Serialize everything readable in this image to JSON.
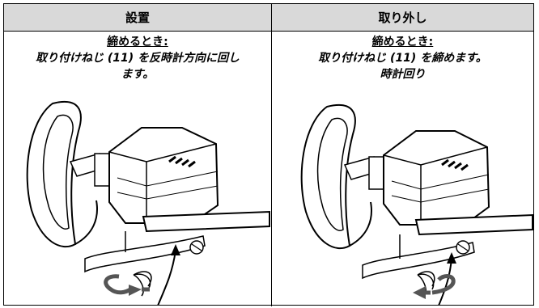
{
  "table": {
    "headers": [
      "設置",
      "取り外し"
    ],
    "left": {
      "title": "締めるとき:",
      "lines": [
        "取り付けねじ (11) を反時計方向に回し",
        "ます。"
      ]
    },
    "right": {
      "title": "締めるとき:",
      "lines": [
        "取り付けねじ (11) を締めます。",
        "時計回り"
      ]
    }
  },
  "illustrations": [
    {
      "name": "wheel-mounted-to-table-install",
      "rotation_arrow": "counter-clockwise"
    },
    {
      "name": "wheel-mounted-to-table-removal",
      "rotation_arrow": "clockwise"
    }
  ]
}
